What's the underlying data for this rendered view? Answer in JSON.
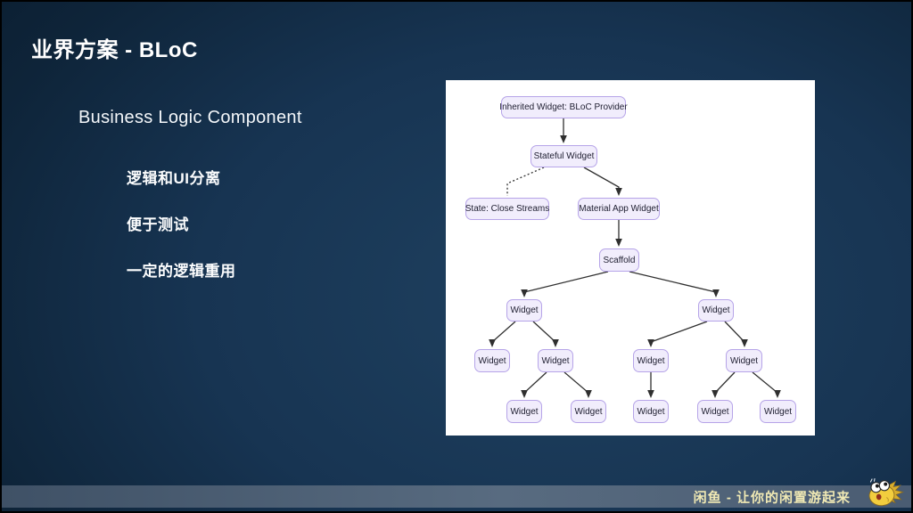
{
  "slide": {
    "title": "业界方案 - BLoC",
    "subtitle": "Business Logic Component",
    "bullets": [
      "逻辑和UI分离",
      "便于测试",
      "一定的逻辑重用"
    ]
  },
  "diagram": {
    "nodes": {
      "inherited": "Inherited Widget: BLoC Provider",
      "stateful": "Stateful Widget",
      "state_close": "State: Close Streams",
      "material": "Material App Widget",
      "scaffold": "Scaffold",
      "widget": "Widget"
    },
    "edge_style": {
      "solid_arrow": "parent to child with down arrowhead",
      "dotted": "Stateful Widget to State: Close Streams"
    }
  },
  "footer": {
    "brand_text": "闲鱼 - 让你的闲置游起来",
    "mascot": "xianyu-fish-mascot"
  },
  "colors": {
    "background_dark": "#0a1c2e",
    "background_light": "#1f4160",
    "panel": "#ffffff",
    "node_fill": "#f1edfc",
    "node_border": "#b6a4e8",
    "arrow": "#2f2f2f",
    "footer_bar": "#586b80",
    "footer_text": "#f0e9b4",
    "mascot_yellow": "#f2cd3e"
  }
}
